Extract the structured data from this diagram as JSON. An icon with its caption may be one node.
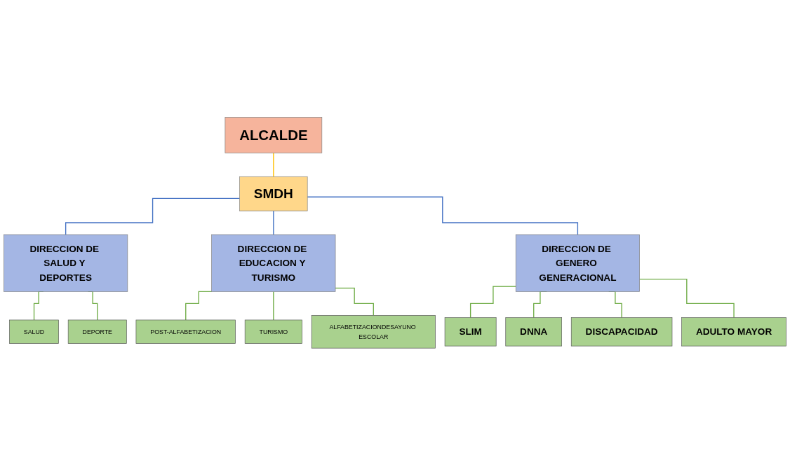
{
  "diagram": {
    "nodes": [
      {
        "text": [
          "ALCALDE"
        ]
      },
      {
        "text": [
          "SMDH"
        ]
      },
      {
        "text": [
          "DIRECCION DE SALUD Y DEPORTES"
        ]
      },
      {
        "text": [
          "DIRECCION DE EDUCACION Y TURISMO"
        ]
      },
      {
        "text": [
          "DIRECCION DE GENERO GENERACIONAL"
        ]
      },
      {
        "text": [
          "SALUD"
        ]
      },
      {
        "text": [
          "DEPORTE"
        ]
      },
      {
        "text": [
          "POST-ALFABETIZACION"
        ]
      },
      {
        "text": [
          "TURISMO"
        ]
      },
      {
        "text": [
          "ALFABETIZACIONDESAYUNO ESCOLAR"
        ]
      },
      {
        "text": [
          "SLIM"
        ]
      },
      {
        "text": [
          "DNNA"
        ]
      },
      {
        "text": [
          "DISCAPACIDAD"
        ]
      },
      {
        "text": [
          "ADULTO MAYOR"
        ]
      }
    ],
    "edges": [
      {
        "from": 0,
        "to": 1,
        "arrow": "none",
        "color": "#ffc000"
      },
      {
        "from": 1,
        "to": 2,
        "arrow": "none",
        "color": "#4472c4"
      },
      {
        "from": 1,
        "to": 3,
        "arrow": "none",
        "color": "#4472c4"
      },
      {
        "from": 1,
        "to": 4,
        "arrow": "none",
        "color": "#4472c4"
      },
      {
        "from": 2,
        "to": 5,
        "arrow": "none"
      },
      {
        "from": 2,
        "to": 6,
        "arrow": "none"
      },
      {
        "from": 3,
        "to": 7,
        "arrow": "none"
      },
      {
        "from": 3,
        "to": 8,
        "arrow": "none"
      },
      {
        "from": 3,
        "to": 9,
        "arrow": "none"
      },
      {
        "from": 4,
        "to": 10,
        "arrow": "none"
      },
      {
        "from": 4,
        "to": 11,
        "arrow": "none"
      },
      {
        "from": 4,
        "to": 12,
        "arrow": "none"
      },
      {
        "from": 4,
        "to": 13,
        "arrow": "none"
      }
    ]
  }
}
